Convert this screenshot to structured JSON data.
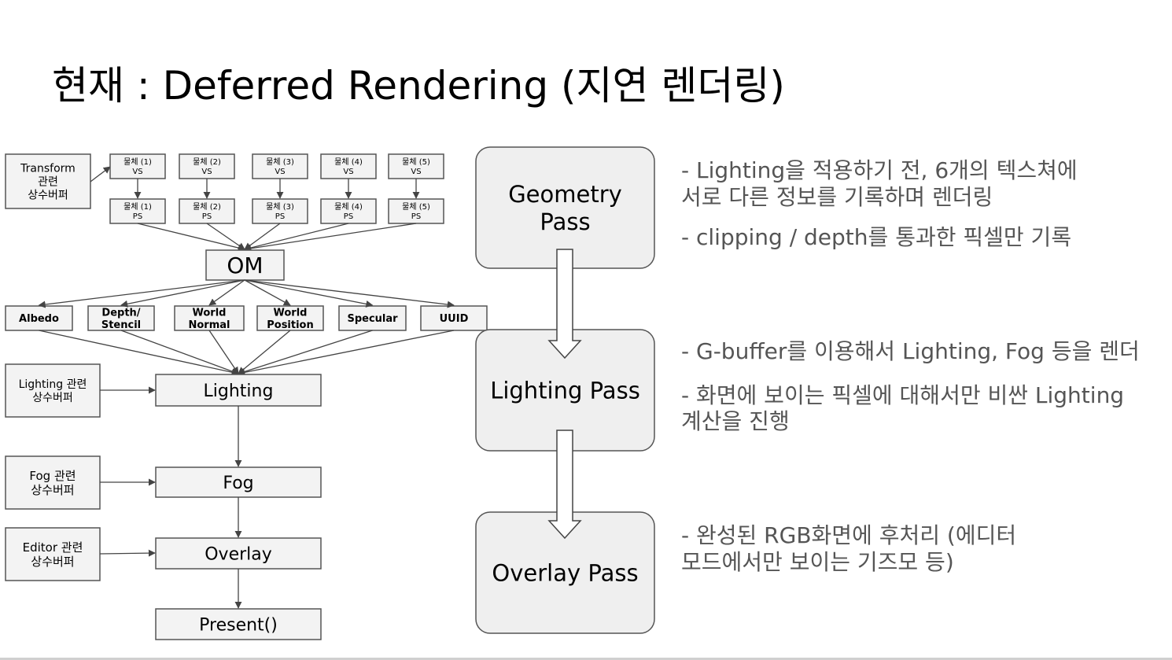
{
  "title": "현재 : Deferred Rendering (지연 렌더링)",
  "flow": {
    "transform_cbuffer": [
      "Transform",
      "관련",
      "상수버퍼"
    ],
    "objects": [
      {
        "vs": [
          "물체 (1)",
          "VS"
        ],
        "ps": [
          "물체 (1)",
          "PS"
        ]
      },
      {
        "vs": [
          "물체 (2)",
          "VS"
        ],
        "ps": [
          "물체 (2)",
          "PS"
        ]
      },
      {
        "vs": [
          "물체 (3)",
          "VS"
        ],
        "ps": [
          "물체 (3)",
          "PS"
        ]
      },
      {
        "vs": [
          "물체 (4)",
          "VS"
        ],
        "ps": [
          "물체 (4)",
          "PS"
        ]
      },
      {
        "vs": [
          "물체 (5)",
          "VS"
        ],
        "ps": [
          "물체 (5)",
          "PS"
        ]
      }
    ],
    "om": "OM",
    "gbuffers": [
      [
        "Albedo"
      ],
      [
        "Depth/",
        "Stencil"
      ],
      [
        "World",
        "Normal"
      ],
      [
        "World",
        "Position"
      ],
      [
        "Specular"
      ],
      [
        "UUID"
      ]
    ],
    "lighting_cbuffer": [
      "Lighting 관련",
      "상수버퍼"
    ],
    "lighting": "Lighting",
    "fog_cbuffer": [
      "Fog 관련",
      "상수버퍼"
    ],
    "fog": "Fog",
    "editor_cbuffer": [
      "Editor 관련",
      "상수버퍼"
    ],
    "overlay": "Overlay",
    "present": "Present()"
  },
  "passes": [
    [
      "Geometry",
      "Pass"
    ],
    [
      "Lighting Pass"
    ],
    [
      "Overlay Pass"
    ]
  ],
  "notes": {
    "geometry": [
      [
        "- Lighting을 적용하기 전, 6개의 텍스쳐에",
        "서로 다른 정보를 기록하며 렌더링"
      ],
      [
        "- clipping / depth를 통과한 픽셀만 기록"
      ]
    ],
    "lighting": [
      [
        "- G-buffer를 이용해서 Lighting, Fog 등을 렌더"
      ],
      [
        "- 화면에 보이는 픽셀에 대해서만 비싼 Lighting",
        "계산을 진행"
      ]
    ],
    "overlay": [
      [
        "- 완성된 RGB화면에 후처리 (에디터",
        "모드에서만 보이는 기즈모 등)"
      ]
    ]
  },
  "colors": {
    "box_fill": "#f3f3f3",
    "pass_fill": "#efefef",
    "stroke": "#555555",
    "note_text": "#555555"
  }
}
